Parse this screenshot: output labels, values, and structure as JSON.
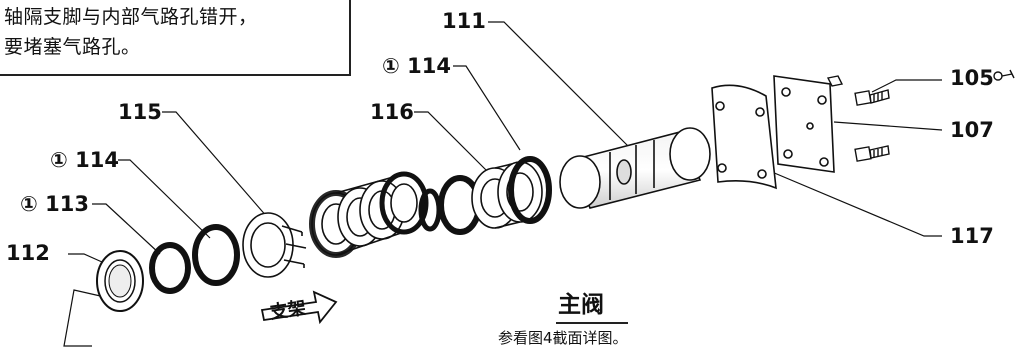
{
  "note": {
    "lines": [
      "轴隔支脚与内部气路孔错开，",
      "要堵塞气路孔。"
    ]
  },
  "callouts": [
    {
      "id": "111",
      "prefix": "",
      "number": "111"
    },
    {
      "id": "114-top",
      "prefix": "①",
      "number": "114"
    },
    {
      "id": "115",
      "prefix": "",
      "number": "115"
    },
    {
      "id": "116",
      "prefix": "",
      "number": "116"
    },
    {
      "id": "114-left",
      "prefix": "①",
      "number": "114"
    },
    {
      "id": "113",
      "prefix": "①",
      "number": "113"
    },
    {
      "id": "112",
      "prefix": "",
      "number": "112"
    },
    {
      "id": "105",
      "prefix": "",
      "number": "105"
    },
    {
      "id": "107",
      "prefix": "",
      "number": "107"
    },
    {
      "id": "117",
      "prefix": "",
      "number": "117"
    }
  ],
  "bracket_label": "支架",
  "title": "主阀",
  "subtitle": "参看图4截面详图。",
  "icons": {
    "torque": "torque-wrench-icon",
    "arrow": "direction-arrow-icon"
  },
  "colors": {
    "line": "#111111",
    "fill": "#ffffff",
    "shade": "#dcdcdc"
  }
}
